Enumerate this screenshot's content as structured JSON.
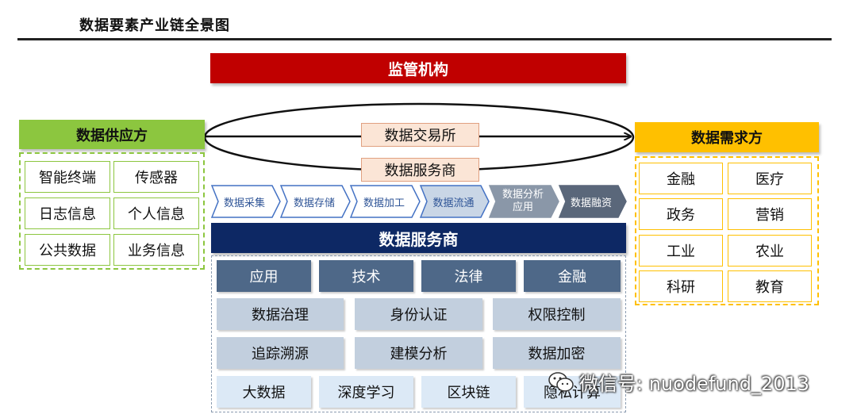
{
  "header": {
    "title": "数据要素产业链全景图"
  },
  "regulator": {
    "label": "监管机构"
  },
  "supply": {
    "title": "数据供应方",
    "items": [
      "智能终端",
      "传感器",
      "日志信息",
      "个人信息",
      "公共数据",
      "业务信息"
    ]
  },
  "demand": {
    "title": "数据需求方",
    "items": [
      "金融",
      "医疗",
      "政务",
      "营销",
      "工业",
      "农业",
      "科研",
      "教育"
    ]
  },
  "flow": {
    "exchange": "数据交易所",
    "service": "数据服务商"
  },
  "pipeline": {
    "steps": [
      "数据采集",
      "数据存储",
      "数据加工",
      "数据流通",
      "数据分析应用",
      "数据融资"
    ],
    "step5_line1": "数据分析",
    "step5_line2": "应用"
  },
  "provider": {
    "title": "数据服务商",
    "row1": [
      "应用",
      "技术",
      "法律",
      "金融"
    ],
    "row2": [
      "数据治理",
      "身份认证",
      "权限控制"
    ],
    "row3": [
      "追踪溯源",
      "建模分析",
      "数据加密"
    ],
    "row4": [
      "大数据",
      "深度学习",
      "区块链",
      "隐私计算"
    ]
  },
  "watermark": {
    "text": "微信号: nuodefund_2013",
    "icon": "wechat-icon"
  },
  "colors": {
    "regulator": "#c00000",
    "supply": "#8cc63f",
    "demand": "#ffc000",
    "provider": "#0d2864",
    "exchange": "#fbe5d6"
  }
}
